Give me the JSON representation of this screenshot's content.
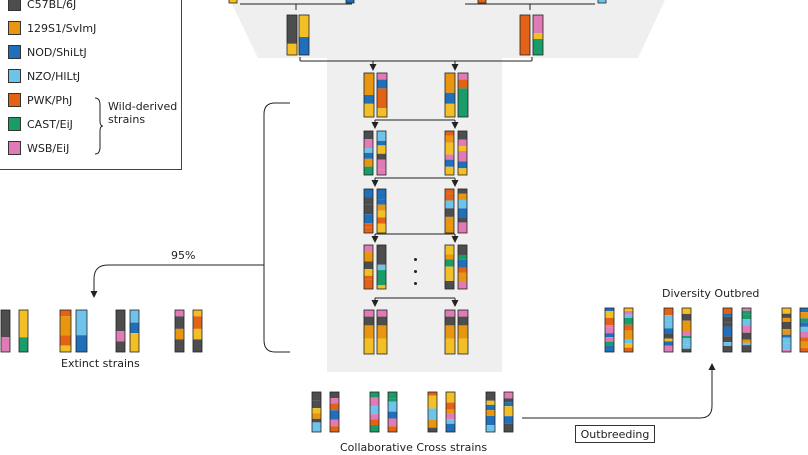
{
  "colors": {
    "B6": "#4d4d4d",
    "A": "#f2c026",
    "129": "#e8960f",
    "NOD": "#1f6fba",
    "NZO": "#6ec3ea",
    "PWK": "#e36316",
    "CAST": "#1a9c68",
    "WSB": "#e07bb5",
    "panel_bg": "#efefef"
  },
  "legend": {
    "items": [
      {
        "label": "C57BL/6J",
        "color_key": "B6"
      },
      {
        "label": "129S1/SvImJ",
        "color_key": "129"
      },
      {
        "label": "NOD/ShiLtJ",
        "color_key": "NOD"
      },
      {
        "label": "NZO/HlLtJ",
        "color_key": "NZO"
      },
      {
        "label": "PWK/PhJ",
        "color_key": "PWK"
      },
      {
        "label": "CAST/EiJ",
        "color_key": "CAST"
      },
      {
        "label": "WSB/EiJ",
        "color_key": "WSB"
      }
    ],
    "wild_derived_label": "Wild-derived strains"
  },
  "labels": {
    "percent": "95%",
    "extinct": "Extinct strains",
    "collaborative_cross": "Collaborative Cross strains",
    "diversity_outbred": "Diversity Outbred",
    "outbreeding": "Outbreeding"
  }
}
